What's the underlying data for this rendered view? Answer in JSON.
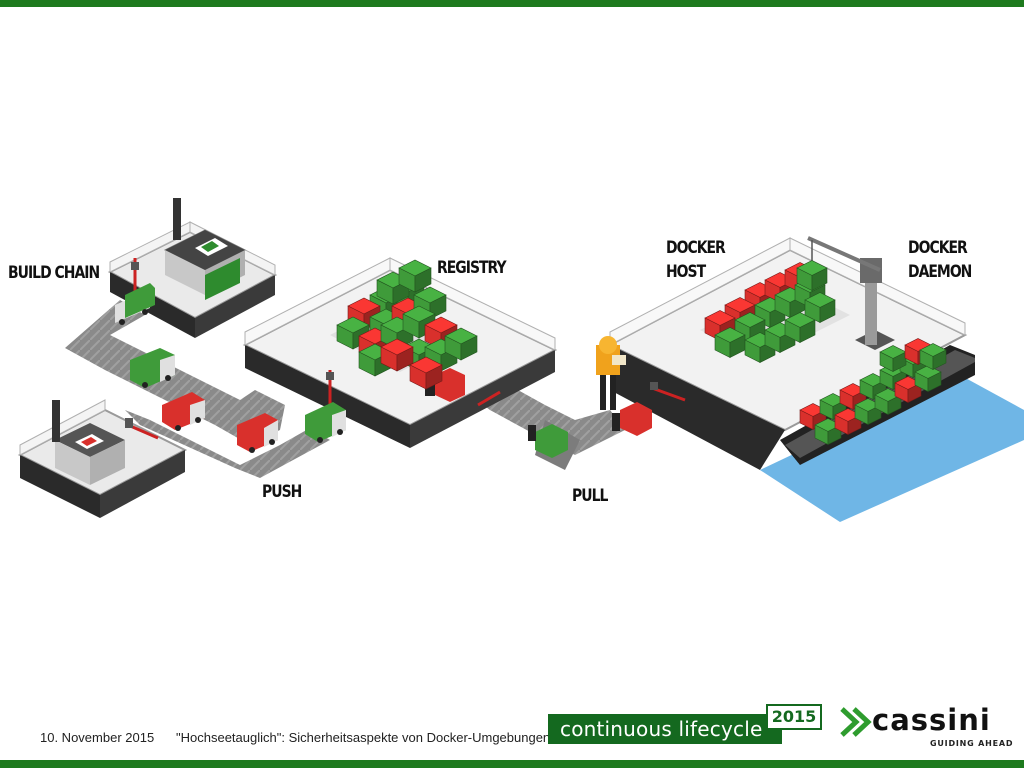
{
  "labels": {
    "build_chain": "BUILD CHAIN",
    "registry": "REGISTRY",
    "push": "PUSH",
    "pull": "PULL",
    "docker_host_1": "DOCKER",
    "docker_host_2": "HOST",
    "docker_daemon_1": "DOCKER",
    "docker_daemon_2": "DAEMON"
  },
  "footer": {
    "date": "10. November 2015",
    "title": "\"Hochseetauglich\": Sicherheitsaspekte von Docker-Umgebungen",
    "event_name": "continuous lifecycle",
    "event_year": "2015",
    "company": "cassini",
    "company_tagline": "GUIDING AHEAD"
  },
  "colors": {
    "brand_green": "#1e7a1e",
    "container_green": "#3f9b3a",
    "container_red": "#d9302c",
    "water": "#6fb6e6"
  }
}
